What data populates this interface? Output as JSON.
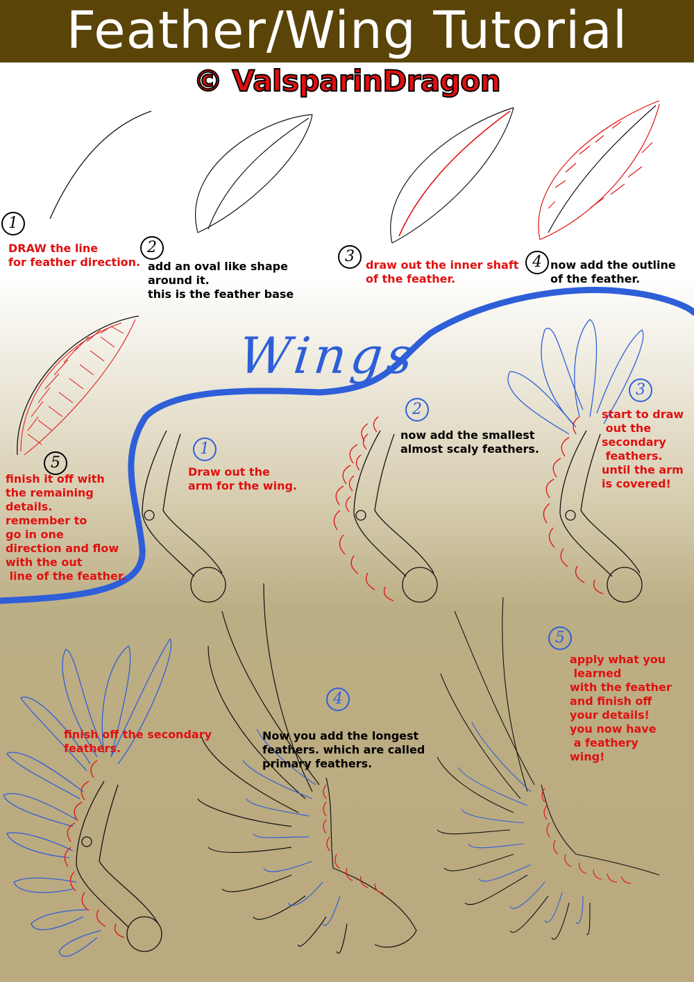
{
  "title": "Feather/Wing Tutorial",
  "credit": "© ValsparinDragon",
  "section_wings": "Wings",
  "feather_steps": [
    {
      "num": "1",
      "text": "DRAW the line\nfor feather direction."
    },
    {
      "num": "2",
      "text": "add an oval like shape\naround it.\nthis is the feather base"
    },
    {
      "num": "3",
      "text": "draw out the inner shaft\nof the feather."
    },
    {
      "num": "4",
      "text": "now add the outline\nof the feather."
    },
    {
      "num": "5",
      "text": "finish it off with\nthe remaining\ndetails.\nremember to\ngo in one\ndirection and flow\nwith the out\n line of the feather."
    }
  ],
  "wing_steps": [
    {
      "num": "1",
      "text": "Draw out the\narm for the wing."
    },
    {
      "num": "2",
      "text": "now add the smallest\nalmost scaly feathers."
    },
    {
      "num": "3",
      "text": "start to draw\n out the\nsecondary\n feathers.\nuntil the arm\nis covered!"
    },
    {
      "num": "",
      "text": "finish off the secondary\nfeathers."
    },
    {
      "num": "4",
      "text": "Now you add the longest\nfeathers. which are called\nprimary feathers."
    },
    {
      "num": "5",
      "text": "apply what you\n learned\nwith the feather\nand finish off\nyour details!\nyou now have\n a feathery\nwing!"
    }
  ],
  "colors": {
    "title_bar": "#5a4407",
    "accent_red": "#e01010",
    "accent_blue": "#2e5fd9",
    "bg_bottom": "#bcae84"
  }
}
